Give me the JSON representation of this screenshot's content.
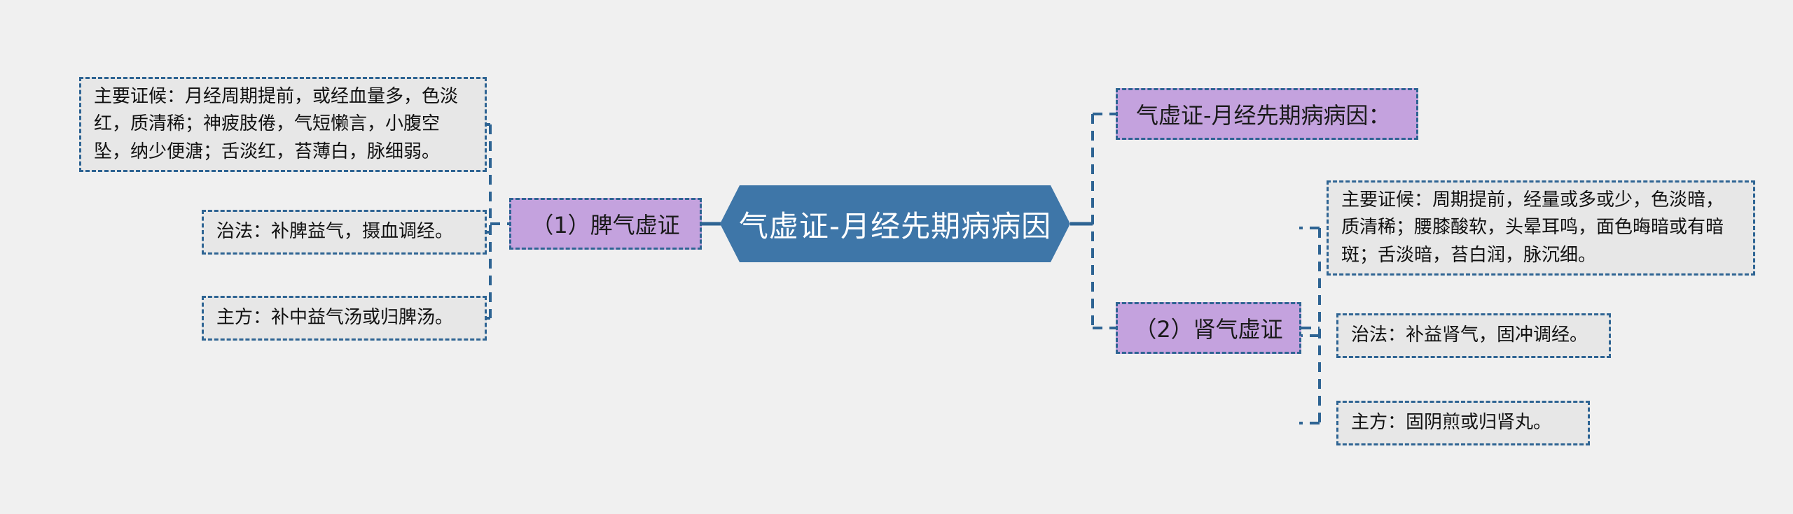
{
  "diagram": {
    "title": "气虚证-月经先期病病因",
    "colors": {
      "background": "#f0f0f0",
      "center_fill": "#3e76a8",
      "center_text": "#ffffff",
      "branch_fill": "#c4a2de",
      "leaf_fill": "#e7e7e7",
      "border_dashed": "#2e6493"
    },
    "center": {
      "label": "气虚证-月经先期病病因"
    },
    "right_header": {
      "label": "气虚证-月经先期病病因："
    },
    "branches": [
      {
        "id": "pi-qi-xu-zheng",
        "label": "（1）脾气虚证",
        "side": "left",
        "details": [
          {
            "id": "left-symptoms",
            "label": "主要证候：月经周期提前，或经血量多，色淡红，质清稀；神疲肢倦，气短懒言，小腹空坠，纳少便溏；舌淡红，苔薄白，脉细弱。"
          },
          {
            "id": "left-treatment",
            "label": "治法：补脾益气，摄血调经。"
          },
          {
            "id": "left-prescription",
            "label": "主方：补中益气汤或归脾汤。"
          }
        ]
      },
      {
        "id": "shen-qi-xu-zheng",
        "label": "（2）肾气虚证",
        "side": "right",
        "details": [
          {
            "id": "right-symptoms",
            "label": "主要证候：周期提前，经量或多或少，色淡暗，质清稀；腰膝酸软，头晕耳鸣，面色晦暗或有暗斑；舌淡暗，苔白润，脉沉细。"
          },
          {
            "id": "right-treatment",
            "label": "治法：补益肾气，固冲调经。"
          },
          {
            "id": "right-prescription",
            "label": "主方：固阴煎或归肾丸。"
          }
        ]
      }
    ]
  }
}
